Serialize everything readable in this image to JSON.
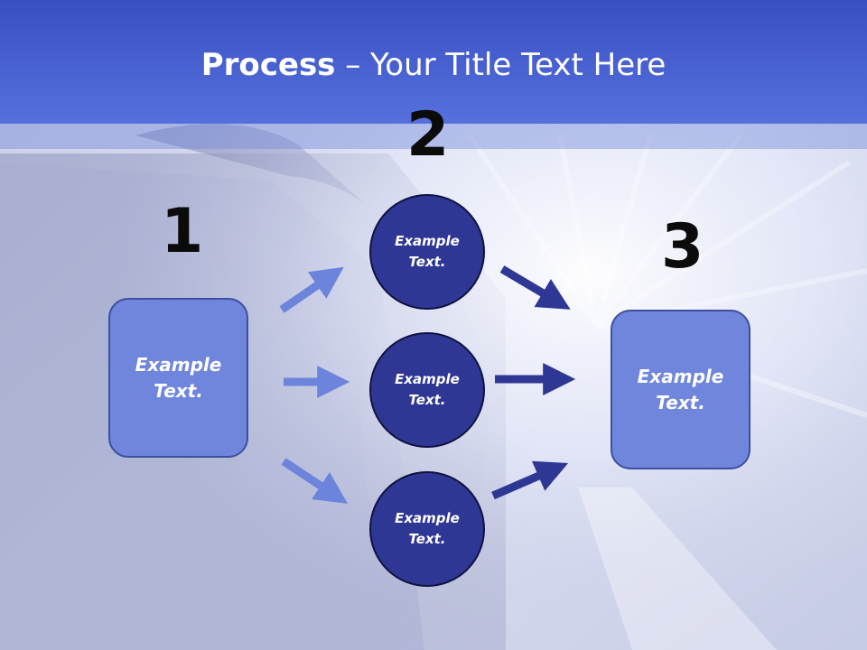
{
  "title": {
    "bold": "Process",
    "rest": " – Your Title Text Here"
  },
  "steps": {
    "one": "1",
    "two": "2",
    "three": "3"
  },
  "left_box": {
    "line1": "Example",
    "line2": "Text."
  },
  "right_box": {
    "line1": "Example",
    "line2": "Text."
  },
  "circles": [
    {
      "line1": "Example",
      "line2": "Text."
    },
    {
      "line1": "Example",
      "line2": "Text."
    },
    {
      "line1": "Example",
      "line2": "Text."
    }
  ],
  "colors": {
    "title_bar": "#4a63d2",
    "box_fill": "#6f86dc",
    "circle_fill": "#2f3795",
    "arrow_light": "#6d84dc",
    "arrow_dark": "#2f3795"
  }
}
